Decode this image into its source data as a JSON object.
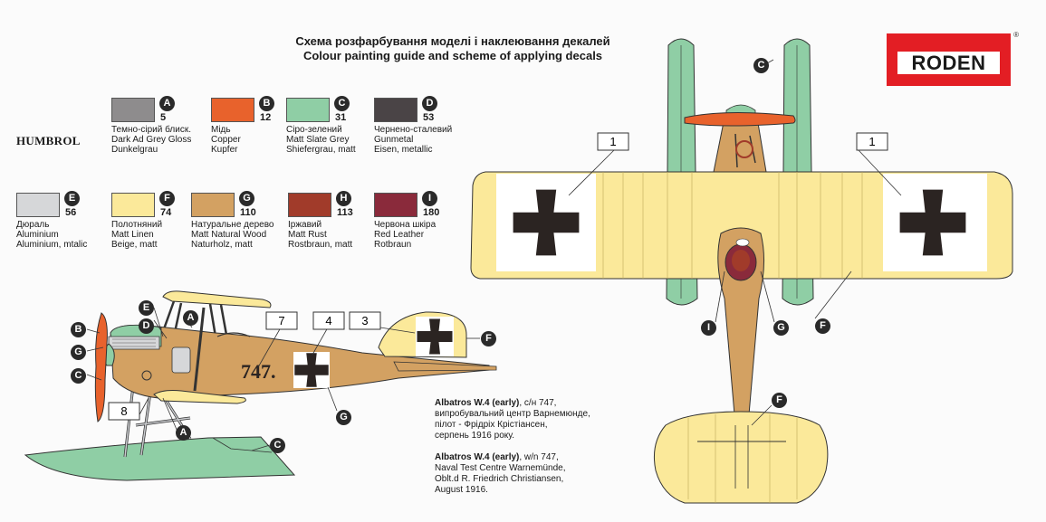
{
  "title": {
    "line1": "Схема розфарбування моделі і наклеювання декалей",
    "line2": "Colour painting guide and scheme of applying decals"
  },
  "brand": "HUMBROL",
  "logo": {
    "text": "RODEN",
    "reg": "®"
  },
  "colors": [
    {
      "letter": "A",
      "number": "5",
      "hex": "#8e8c8d",
      "lines": [
        "Темно-сірий блиск.",
        "Dark Ad Grey Gloss",
        "Dunkelgrau"
      ]
    },
    {
      "letter": "B",
      "number": "12",
      "hex": "#e8622c",
      "lines": [
        "Мідь",
        "Copper",
        "Kupfer"
      ]
    },
    {
      "letter": "C",
      "number": "31",
      "hex": "#8fcea5",
      "lines": [
        "Сіро-зелений",
        "Matt Slate Grey",
        "Shiefergrau, matt"
      ]
    },
    {
      "letter": "D",
      "number": "53",
      "hex": "#4a4446",
      "lines": [
        "Чернено-сталевий",
        "Gunmetal",
        "Eisen, metallic"
      ]
    },
    {
      "letter": "E",
      "number": "56",
      "hex": "#d6d7d9",
      "lines": [
        "Дюраль",
        "Aluminium",
        "Aluminium, mtalic"
      ]
    },
    {
      "letter": "F",
      "number": "74",
      "hex": "#fbe99a",
      "lines": [
        "Полотняний",
        "Matt Linen",
        "Beige, matt"
      ]
    },
    {
      "letter": "G",
      "number": "110",
      "hex": "#d3a162",
      "lines": [
        "Натуральне дерево",
        "Matt Natural Wood",
        "Naturholz, matt"
      ]
    },
    {
      "letter": "H",
      "number": "113",
      "hex": "#a13b2a",
      "lines": [
        "Іржавий",
        "Matt Rust",
        "Rostbraun, matt"
      ]
    },
    {
      "letter": "I",
      "number": "180",
      "hex": "#8a2a3b",
      "lines": [
        "Червона шкіра",
        "Red Leather",
        "Rotbraun"
      ]
    }
  ],
  "aircraft_code": "747.",
  "callouts": {
    "side": [
      "B",
      "E",
      "D",
      "A",
      "G",
      "C",
      "A",
      "C",
      "G",
      "F"
    ],
    "top": [
      "C",
      "I",
      "G",
      "F",
      "F"
    ]
  },
  "decals": {
    "d1": "1",
    "d3": "3",
    "d4": "4",
    "d7": "7",
    "d8": "8"
  },
  "caption": {
    "ua_bold": "Albatros W.4 (early)",
    "ua_rest": ", с/н 747,",
    "ua_lines": [
      "випробувальний центр Варнемюнде,",
      "пілот - Фрідріх Крістіансен,",
      "серпень 1916 року."
    ],
    "en_bold": "Albatros W.4 (early)",
    "en_rest": ", w/n 747,",
    "en_lines": [
      "Naval Test Centre Warnemünde,",
      "Oblt.d R. Friedrich Christiansen,",
      "August 1916."
    ]
  }
}
